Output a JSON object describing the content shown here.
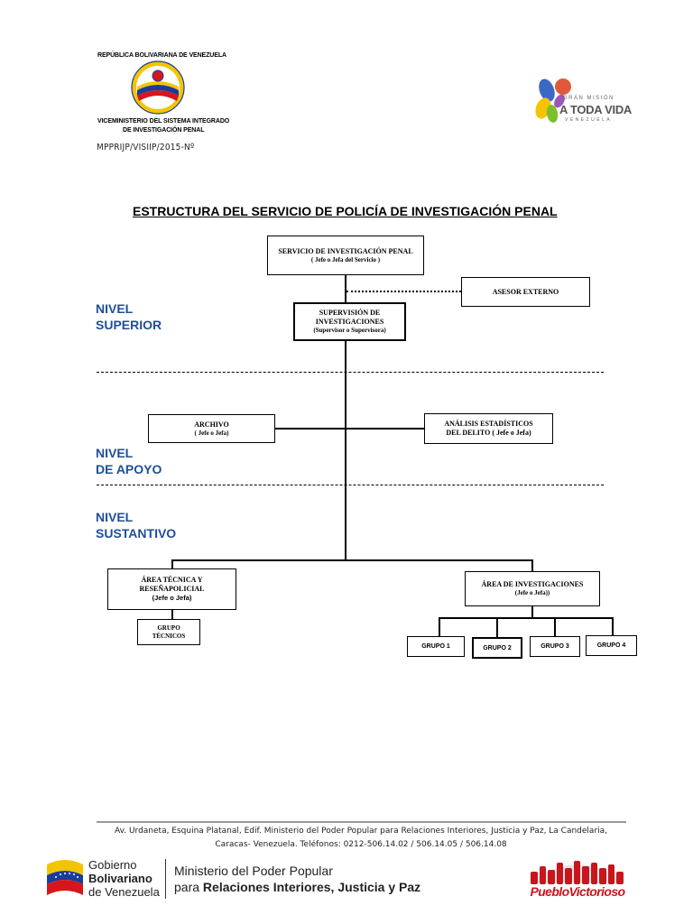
{
  "header": {
    "republic": "REPÚBLICA BOLIVARIANA DE VENEZUELA",
    "vice_line1": "VICEMINISTERIO DEL SISTEMA INTEGRADO",
    "vice_line2": "DE INVESTIGACIÓN PENAL",
    "reference": "MPPRIJP/VISIIP/2015-Nº",
    "seal_icon": "venezuela-ministry-seal",
    "mission_logo": {
      "small": "GRAN MISIÓN",
      "big": "A TODA VIDA",
      "country": "VENEZUELA"
    }
  },
  "title": "ESTRUCTURA DEL SERVICIO DE POLICÍA DE INVESTIGACIÓN PENAL",
  "levels": {
    "superior_1": "NIVEL",
    "superior_2": "SUPERIOR",
    "apoyo_1": "NIVEL",
    "apoyo_2": "DE APOYO",
    "sustantivo_1": "NIVEL",
    "sustantivo_2": "SUSTANTIVO"
  },
  "boxes": {
    "servicio": {
      "line1": "SERVICIO  DE INVESTIGACIÓN PENAL",
      "line2": "( Jefe o Jefa del Servicio )"
    },
    "asesor": {
      "line1": "ASESOR EXTERNO"
    },
    "supervision": {
      "line1": "SUPERVISIÓN DE",
      "line2": "INVESTIGACIONES",
      "line3": "(Supervisor o Supervisora)"
    },
    "archivo": {
      "line1": "ARCHIVO",
      "line2": "( Jefe o Jefa)"
    },
    "analisis": {
      "line1": "ANÁLISIS ESTADÍSTICOS",
      "line2": "DEL DELITO  ( Jefe o Jefa)"
    },
    "area_tecnica": {
      "line1": "ÁREA  TÉCNICA Y",
      "line2": "RESEÑAPOLICIAL",
      "line3": "(Jefe o Jefa)"
    },
    "grupo_tecnicos": {
      "line1": "GRUPO",
      "line2": "TÉCNICOS"
    },
    "area_investigaciones": {
      "line1": "ÁREA DE INVESTIGACIONES",
      "line2": "(Jefe o Jefa))"
    },
    "grupo1": "GRUPO 1",
    "grupo2": "GRUPO 2",
    "grupo3": "GRUPO 3",
    "grupo4": "GRUPO 4"
  },
  "footer": {
    "address_line1": "Av. Urdaneta, Esquina Platanal, Edif. Ministerio del Poder Popular para Relaciones Interiores, Justicia y Paz, La Candelaria,",
    "address_line2": "Caracas- Venezuela. Teléfonos: 0212-506.14.02 / 506.14.05 / 506.14.08",
    "gov_line1": "Gobierno",
    "gov_line2": "Bolivariano",
    "gov_line3": "de Venezuela",
    "ministry_line1": "Ministerio del Poder Popular",
    "ministry_line2_prefix": "para ",
    "ministry_line2_bold": "Relaciones Interiores, Justicia y Paz",
    "pueblo": "PuebloVictorioso"
  },
  "colors": {
    "level_text": "#1f4e9c",
    "flag_yellow": "#f5c400",
    "flag_blue": "#1a3c9c",
    "flag_red": "#d6161b",
    "pueblo_red": "#c8161d"
  }
}
